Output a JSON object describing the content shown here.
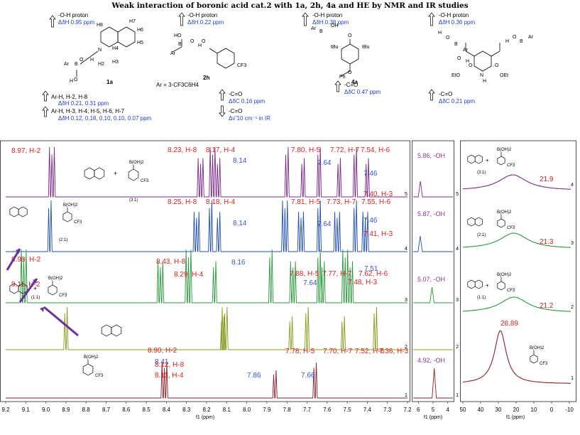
{
  "title": "Weak interaction of boronic acid cat.2 with 1a, 2h, 4a and HE by NMR and IR studies",
  "top_annotations": {
    "mol_1a": {
      "label": "1a",
      "oh_proton": "-O-H proton",
      "oh_shift": "ΔδH 0.95 ppm",
      "arh_a": "Ar-H, H-2, H-8",
      "arh_a_shift": "ΔδH 0.21, 0.31 ppm",
      "arh_b": "Ar-H, H-3, H-4, H-5, H-6, H-7",
      "arh_b_shift": "ΔδH 0.12, 0.18, 0.10, 0.10, 0.07 ppm",
      "atoms": [
        "H7",
        "H6",
        "H8",
        "H5",
        "N",
        "H4",
        "H2",
        "H3",
        "Ar",
        "B",
        "O",
        "H",
        "O",
        "H"
      ]
    },
    "mol_2h": {
      "label": "2h",
      "oh_proton": "-O-H proton",
      "oh_shift": "ΔδH 0.22 ppm",
      "co": "-C=O",
      "co_shift": "ΔδC 0.16 ppm",
      "co_ir": "-C=O",
      "ir_shift": "Δν̃ 10 cm⁻¹ in IR",
      "ar_def": "Ar = 3-CF3C6H4",
      "atoms": [
        "HO",
        "B",
        "Ar",
        "O",
        "H",
        "O",
        "CF3"
      ]
    },
    "mol_4a": {
      "label": "4a",
      "oh_proton": "-O-H proton",
      "oh_shift": "ΔδH 0.38 ppm",
      "co": "-C=O",
      "co_shift": "ΔδC 0.47 ppm",
      "atoms": [
        "Ar",
        "B",
        "OH",
        "O",
        "tBu",
        "tBu",
        "O",
        "Ph"
      ]
    },
    "mol_he": {
      "oh_proton": "-O-H proton",
      "oh_shift": "ΔδH 0.36 ppm",
      "co": "-C=O",
      "co_shift": "ΔδC 0.21 ppm",
      "atoms": [
        "H",
        "O",
        "B",
        "Ar",
        "O",
        "H",
        "O",
        "EtO",
        "O",
        "H",
        "O",
        "B",
        "Ar",
        "OEt",
        "N",
        "H"
      ]
    }
  },
  "colors": {
    "purple": "#7b2a8a",
    "blue": "#2250b0",
    "green": "#2a9a3e",
    "olive": "#8a9a1e",
    "darkred": "#8b1f2a",
    "red_label": "#e02020",
    "blue_label": "#3a55d0",
    "purple_label": "#8a3aa0",
    "arrow": "#6a30a0"
  },
  "chart_data": [
    {
      "type": "line",
      "panel": "1H NMR aromatic region",
      "xlabel": "f1 (ppm)",
      "xlim": [
        9.2,
        7.2
      ],
      "x_reversed": true,
      "x_ticks": [
        "9.2",
        "9.1",
        "9.0",
        "8.9",
        "8.8",
        "8.7",
        "8.6",
        "8.5",
        "8.4",
        "8.3",
        "8.2",
        "8.1",
        "8.0",
        "7.9",
        "7.8",
        "7.7",
        "7.6",
        "7.5",
        "7.4",
        "7.3",
        "7.2"
      ],
      "trace_numbers": [
        "5",
        "4",
        "3",
        "2",
        "1"
      ],
      "series": [
        {
          "color": "purple",
          "peaks_ppm": [
            8.97,
            8.23,
            8.17,
            8.14,
            7.8,
            7.72,
            7.64,
            7.54,
            7.46,
            7.4
          ],
          "labels": [
            {
              "text": "8.97, H-2",
              "color": "red"
            },
            {
              "text": "8.23, H-8",
              "color": "red"
            },
            {
              "text": "8.17, H-4",
              "color": "red"
            },
            {
              "text": "8.14",
              "color": "blue"
            },
            {
              "text": "7.80, H-5",
              "color": "red"
            },
            {
              "text": "7.72, H-7",
              "color": "red"
            },
            {
              "text": "7.64",
              "color": "blue"
            },
            {
              "text": "7.54, H-6",
              "color": "red"
            },
            {
              "text": "7.46",
              "color": "blue"
            },
            {
              "text": "7.40, H-3",
              "color": "red"
            }
          ],
          "ratio": "(3:1)"
        },
        {
          "color": "blue",
          "peaks_ppm": [
            8.98,
            8.25,
            8.18,
            8.14,
            7.81,
            7.73,
            7.64,
            7.55,
            7.46,
            7.41
          ],
          "labels": [
            {
              "text": "8.98, H-2",
              "color": "red"
            },
            {
              "text": "8.25, H-8",
              "color": "red"
            },
            {
              "text": "8.18, H-4",
              "color": "red"
            },
            {
              "text": "8.14",
              "color": "blue"
            },
            {
              "text": "7.81, H-5",
              "color": "red"
            },
            {
              "text": "7.73, H-7",
              "color": "red"
            },
            {
              "text": "7.64",
              "color": "blue"
            },
            {
              "text": "7.55, H-6",
              "color": "red"
            },
            {
              "text": "7.46",
              "color": "blue"
            },
            {
              "text": "7.41, H-3",
              "color": "red"
            }
          ],
          "ratio": "(2:1)"
        },
        {
          "color": "green",
          "peaks_ppm": [
            9.11,
            8.43,
            8.29,
            8.16,
            7.88,
            7.77,
            7.64,
            7.62,
            7.51,
            7.48
          ],
          "labels": [
            {
              "text": "9.11, H-2",
              "color": "red"
            },
            {
              "text": "8.43, H-8",
              "color": "red"
            },
            {
              "text": "8.29, H-4",
              "color": "red"
            },
            {
              "text": "8.16",
              "color": "blue"
            },
            {
              "text": "7.88, H-5",
              "color": "red"
            },
            {
              "text": "7.77, H-7",
              "color": "red"
            },
            {
              "text": "7.64",
              "color": "blue"
            },
            {
              "text": "7.62, H-6",
              "color": "red"
            },
            {
              "text": "7.51",
              "color": "blue"
            },
            {
              "text": "7.48, H-3",
              "color": "red"
            }
          ],
          "ratio": "(1:1)"
        },
        {
          "color": "olive",
          "peaks_ppm": [
            8.9,
            8.12,
            8.11,
            7.78,
            7.7,
            7.52,
            7.36
          ],
          "labels": [
            {
              "text": "8.90, H-2",
              "color": "red"
            },
            {
              "text": "8.12, H-8",
              "color": "red"
            },
            {
              "text": "8.11, H-4",
              "color": "red"
            },
            {
              "text": "7.78, H-5",
              "color": "red"
            },
            {
              "text": "7.70, H-7",
              "color": "red"
            },
            {
              "text": "7.52, H-6",
              "color": "red"
            },
            {
              "text": "7.36, H-3",
              "color": "red"
            }
          ]
        },
        {
          "color": "darkred",
          "peaks_ppm": [
            8.41,
            7.86,
            7.66
          ],
          "labels": [
            {
              "text": "8.41",
              "color": "blue"
            },
            {
              "text": "7.86",
              "color": "blue"
            },
            {
              "text": "7.66",
              "color": "blue"
            }
          ]
        }
      ]
    },
    {
      "type": "line",
      "panel": "1H NMR -OH region",
      "xlabel": "f1 (ppm)",
      "x_ticks": [
        "6",
        "5",
        "4"
      ],
      "series": [
        {
          "color": "purple",
          "peak_ppm": 5.86,
          "label": "5.86, -OH"
        },
        {
          "color": "blue",
          "peak_ppm": 5.87,
          "label": "5.87, -OH"
        },
        {
          "color": "green",
          "peak_ppm": 5.07,
          "label": "5.07, -OH"
        },
        {
          "color": "olive"
        },
        {
          "color": "darkred",
          "peak_ppm": 4.92,
          "label": "4.92, -OH"
        }
      ]
    },
    {
      "type": "line",
      "panel": "11B NMR",
      "xlabel": "f1 (ppm)",
      "xlim": [
        50,
        -10
      ],
      "x_ticks": [
        "50",
        "40",
        "30",
        "20",
        "10",
        "0",
        "-10"
      ],
      "trace_numbers": [
        "4",
        "3",
        "2",
        "1"
      ],
      "series": [
        {
          "color": "purple",
          "peak_ppm": 21.9,
          "label": "21.9",
          "ratio": "(3:1)"
        },
        {
          "color": "green",
          "peak_ppm": 21.3,
          "label": "21.3",
          "ratio": "(2:1)"
        },
        {
          "color": "green",
          "peak_ppm": 21.2,
          "label": "21.2",
          "ratio": "(1:1)"
        },
        {
          "color": "darkred",
          "peak_ppm": 28.89,
          "label": "28.89"
        }
      ]
    }
  ],
  "molecule_labels": {
    "boronic": "B(OH)2",
    "cf3": "CF3",
    "plus": "+"
  }
}
